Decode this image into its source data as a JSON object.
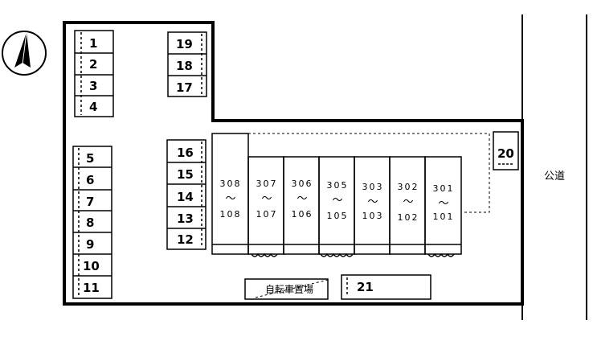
{
  "compass": {
    "icon": "north-arrow-icon"
  },
  "road_label": "公道",
  "bicycle_parking_label": "自転車置場",
  "slots": {
    "s1": "1",
    "s2": "2",
    "s3": "3",
    "s4": "4",
    "s5": "5",
    "s6": "6",
    "s7": "7",
    "s8": "8",
    "s9": "9",
    "s10": "10",
    "s11": "11",
    "s12": "12",
    "s13": "13",
    "s14": "14",
    "s15": "15",
    "s16": "16",
    "s17": "17",
    "s18": "18",
    "s19": "19",
    "s20": "20",
    "s21": "21"
  },
  "units": {
    "u308": {
      "top": "308",
      "tilde": "～",
      "bottom": "108"
    },
    "u307": {
      "top": "307",
      "tilde": "～",
      "bottom": "107"
    },
    "u306": {
      "top": "306",
      "tilde": "～",
      "bottom": "106"
    },
    "u305": {
      "top": "305",
      "tilde": "～",
      "bottom": "105"
    },
    "u303": {
      "top": "303",
      "tilde": "～",
      "bottom": "103"
    },
    "u302": {
      "top": "302",
      "tilde": "～",
      "bottom": "102"
    },
    "u301": {
      "top": "301",
      "tilde": "～",
      "bottom": "101"
    }
  }
}
